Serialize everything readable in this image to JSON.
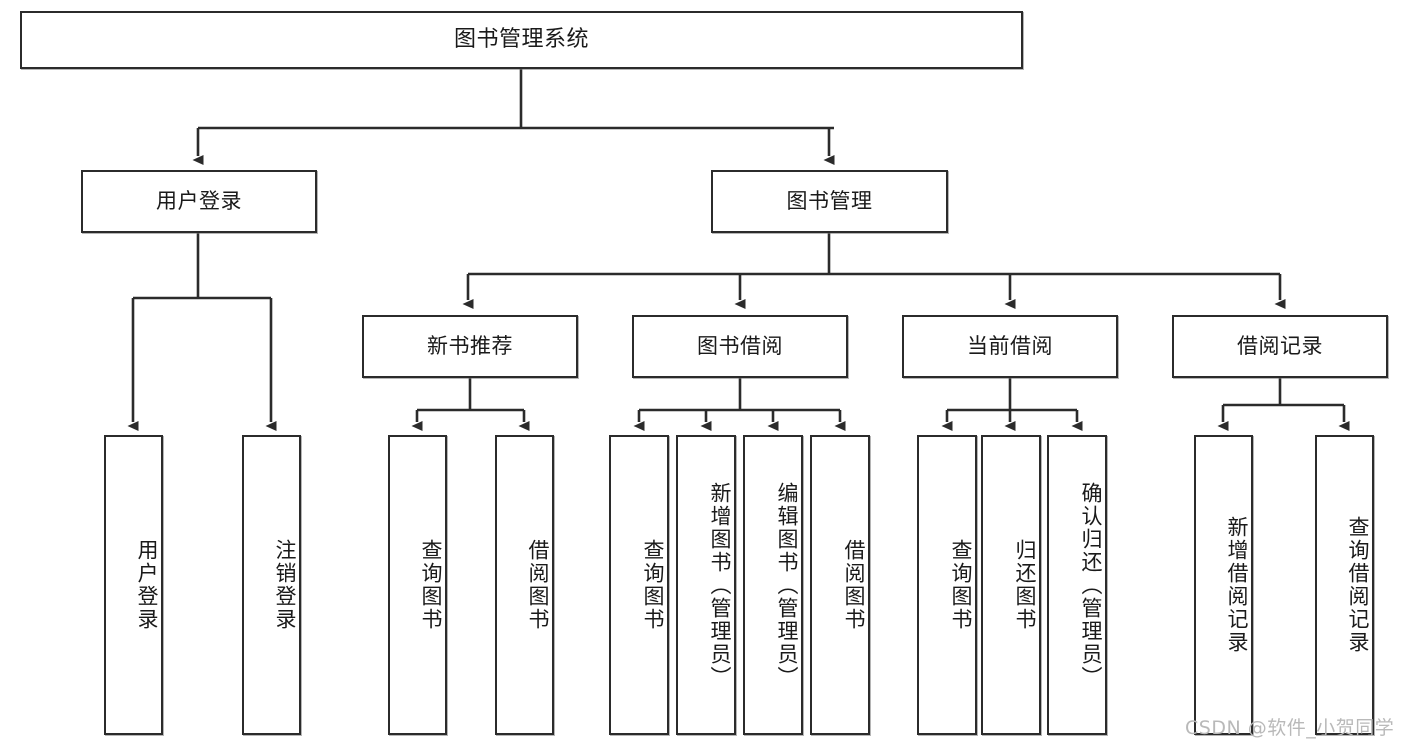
{
  "diagram": {
    "type": "tree-hierarchy",
    "title": "图书管理系统",
    "watermark": "CSDN @软件_小贺同学",
    "colors": {
      "box_border": "#2b2b2b",
      "box_fill": "#ffffff",
      "edge": "#2b2b2b",
      "text": "#1a1a1a",
      "watermark": "#b9b9b9",
      "background": "#ffffff"
    },
    "nodes": {
      "root": {
        "label": "图书管理系统"
      },
      "level2": [
        {
          "id": "user-login",
          "label": "用户登录"
        },
        {
          "id": "book-manage",
          "label": "图书管理"
        }
      ],
      "level3": [
        {
          "id": "new-book-recommend",
          "label": "新书推荐"
        },
        {
          "id": "book-borrow",
          "label": "图书借阅"
        },
        {
          "id": "current-borrow",
          "label": "当前借阅"
        },
        {
          "id": "borrow-record",
          "label": "借阅记录"
        }
      ],
      "leaves": {
        "user_login": [
          {
            "id": "leaf-user-login",
            "label": "用户登录"
          },
          {
            "id": "leaf-logout-login",
            "label": "注销登录"
          }
        ],
        "new_book_recommend": [
          {
            "id": "leaf-query-book-1",
            "label": "查询图书"
          },
          {
            "id": "leaf-borrow-book-1",
            "label": "借阅图书"
          }
        ],
        "book_borrow": [
          {
            "id": "leaf-query-book-2",
            "label": "查询图书"
          },
          {
            "id": "leaf-add-book",
            "label": "新增图书（管理员）"
          },
          {
            "id": "leaf-edit-book",
            "label": "编辑图书（管理员）"
          },
          {
            "id": "leaf-borrow-book-2",
            "label": "借阅图书"
          }
        ],
        "current_borrow": [
          {
            "id": "leaf-query-book-3",
            "label": "查询图书"
          },
          {
            "id": "leaf-return-book",
            "label": "归还图书"
          },
          {
            "id": "leaf-confirm-return",
            "label": "确认归还（管理员）"
          }
        ],
        "borrow_record": [
          {
            "id": "leaf-add-record",
            "label": "新增借阅记录"
          },
          {
            "id": "leaf-query-record",
            "label": "查询借阅记录"
          }
        ]
      }
    }
  }
}
